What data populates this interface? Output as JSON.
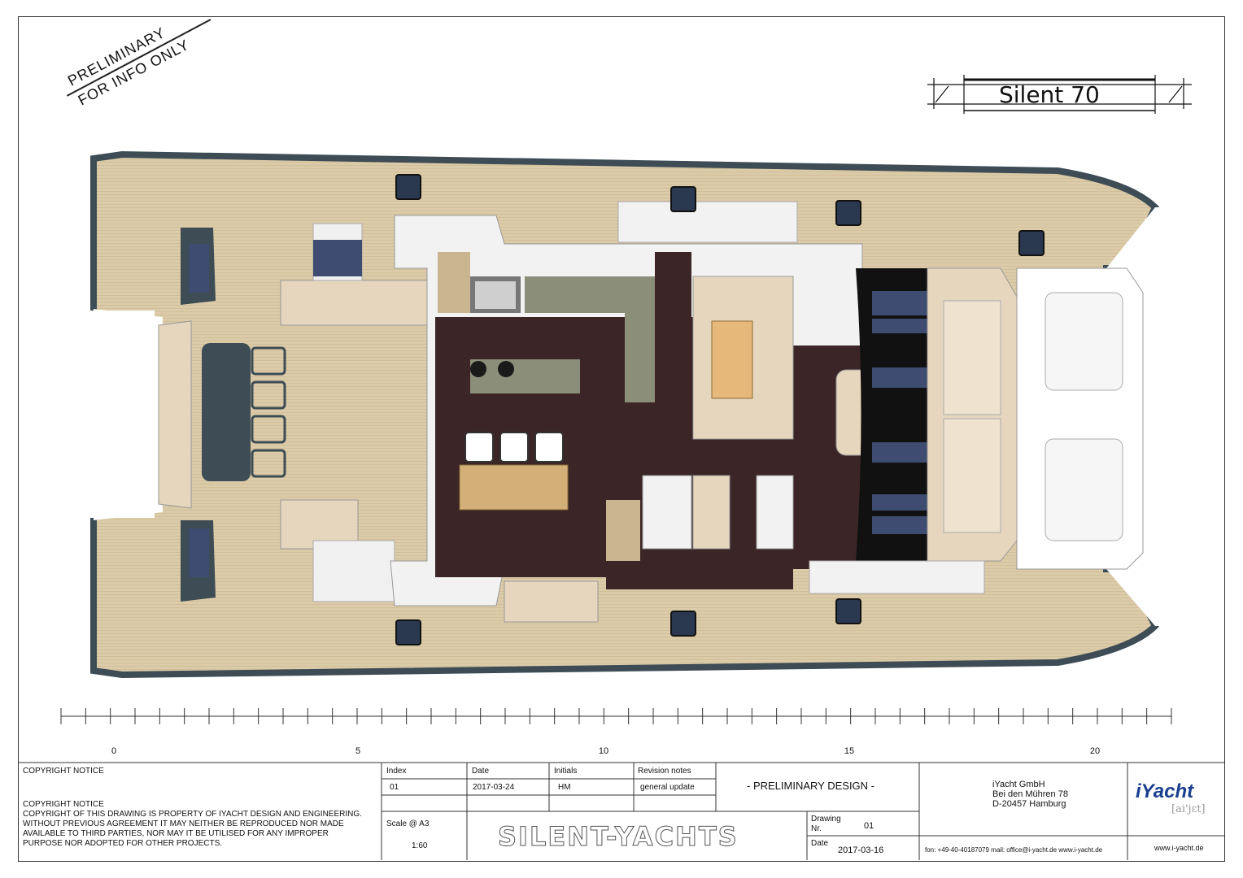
{
  "stamp": {
    "line1": "PRELIMINARY",
    "line2": "FOR INFO ONLY"
  },
  "model_logo": "Silent 70",
  "scale_bar": {
    "labels": [
      "0",
      "5",
      "10",
      "15",
      "20"
    ]
  },
  "title_block": {
    "copyright_header": "COPYRIGHT NOTICE",
    "copyright_title": "COPYRIGHT NOTICE",
    "copyright_text": [
      "COPYRIGHT OF THIS DRAWING IS PROPERTY OF IYACHT DESIGN AND ENGINEERING.",
      "WITHOUT PREVIOUS AGREEMENT IT MAY NEITHER BE REPRODUCED NOR MADE",
      "AVAILABLE TO THIRD PARTIES, NOR MAY IT BE UTILISED FOR ANY IMPROPER",
      "PURPOSE NOR ADOPTED FOR OTHER PROJECTS."
    ],
    "revision_headers": {
      "index": "Index",
      "date": "Date",
      "initials": "Initials",
      "notes": "Revision notes"
    },
    "revision_row": {
      "index": "01",
      "date": "2017-03-24",
      "initials": "HM",
      "notes": "general update"
    },
    "status": "- PRELIMINARY DESIGN -",
    "scale_label": "Scale @ A3",
    "scale_value": "1:60",
    "brand": "SILENT-YACHTS",
    "drawing_label_1": "Drawing",
    "drawing_label_2": "Nr.",
    "drawing_number": "01",
    "date_label": "Date",
    "date_value": "2017-03-16",
    "company": [
      "iYacht GmbH",
      "Bei den Mühren 78",
      "D-20457 Hamburg"
    ],
    "contact": "fon: +49-40-40187079    mail: office@i-yacht.de    www.i-yacht.de",
    "logo": "iYacht",
    "logo_phonetic": "[ai'jɛt]",
    "website": "www.i-yacht.de"
  },
  "colors": {
    "deck": "#dccba8",
    "hull": "#3d4c55",
    "floor": "#3b2526",
    "white": "#f2f2f2",
    "cushion": "#e6d6bd",
    "accent": "#1a3f8f"
  }
}
